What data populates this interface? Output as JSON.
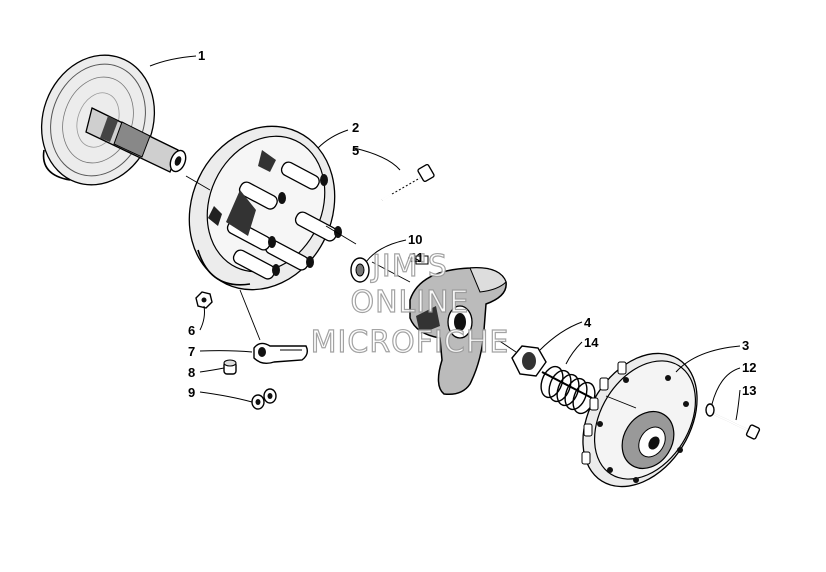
{
  "callouts": {
    "c1": "1",
    "c2": "2",
    "c3": "3",
    "c4": "4",
    "c5": "5",
    "c6": "6",
    "c7": "7",
    "c8": "8",
    "c9": "9",
    "c10": "10",
    "c11": "11",
    "c12": "12",
    "c13": "13",
    "c14": "14"
  },
  "watermark": {
    "line1": "JIM'S",
    "line2": "ONLINE",
    "line3": "MICROFICHE"
  }
}
